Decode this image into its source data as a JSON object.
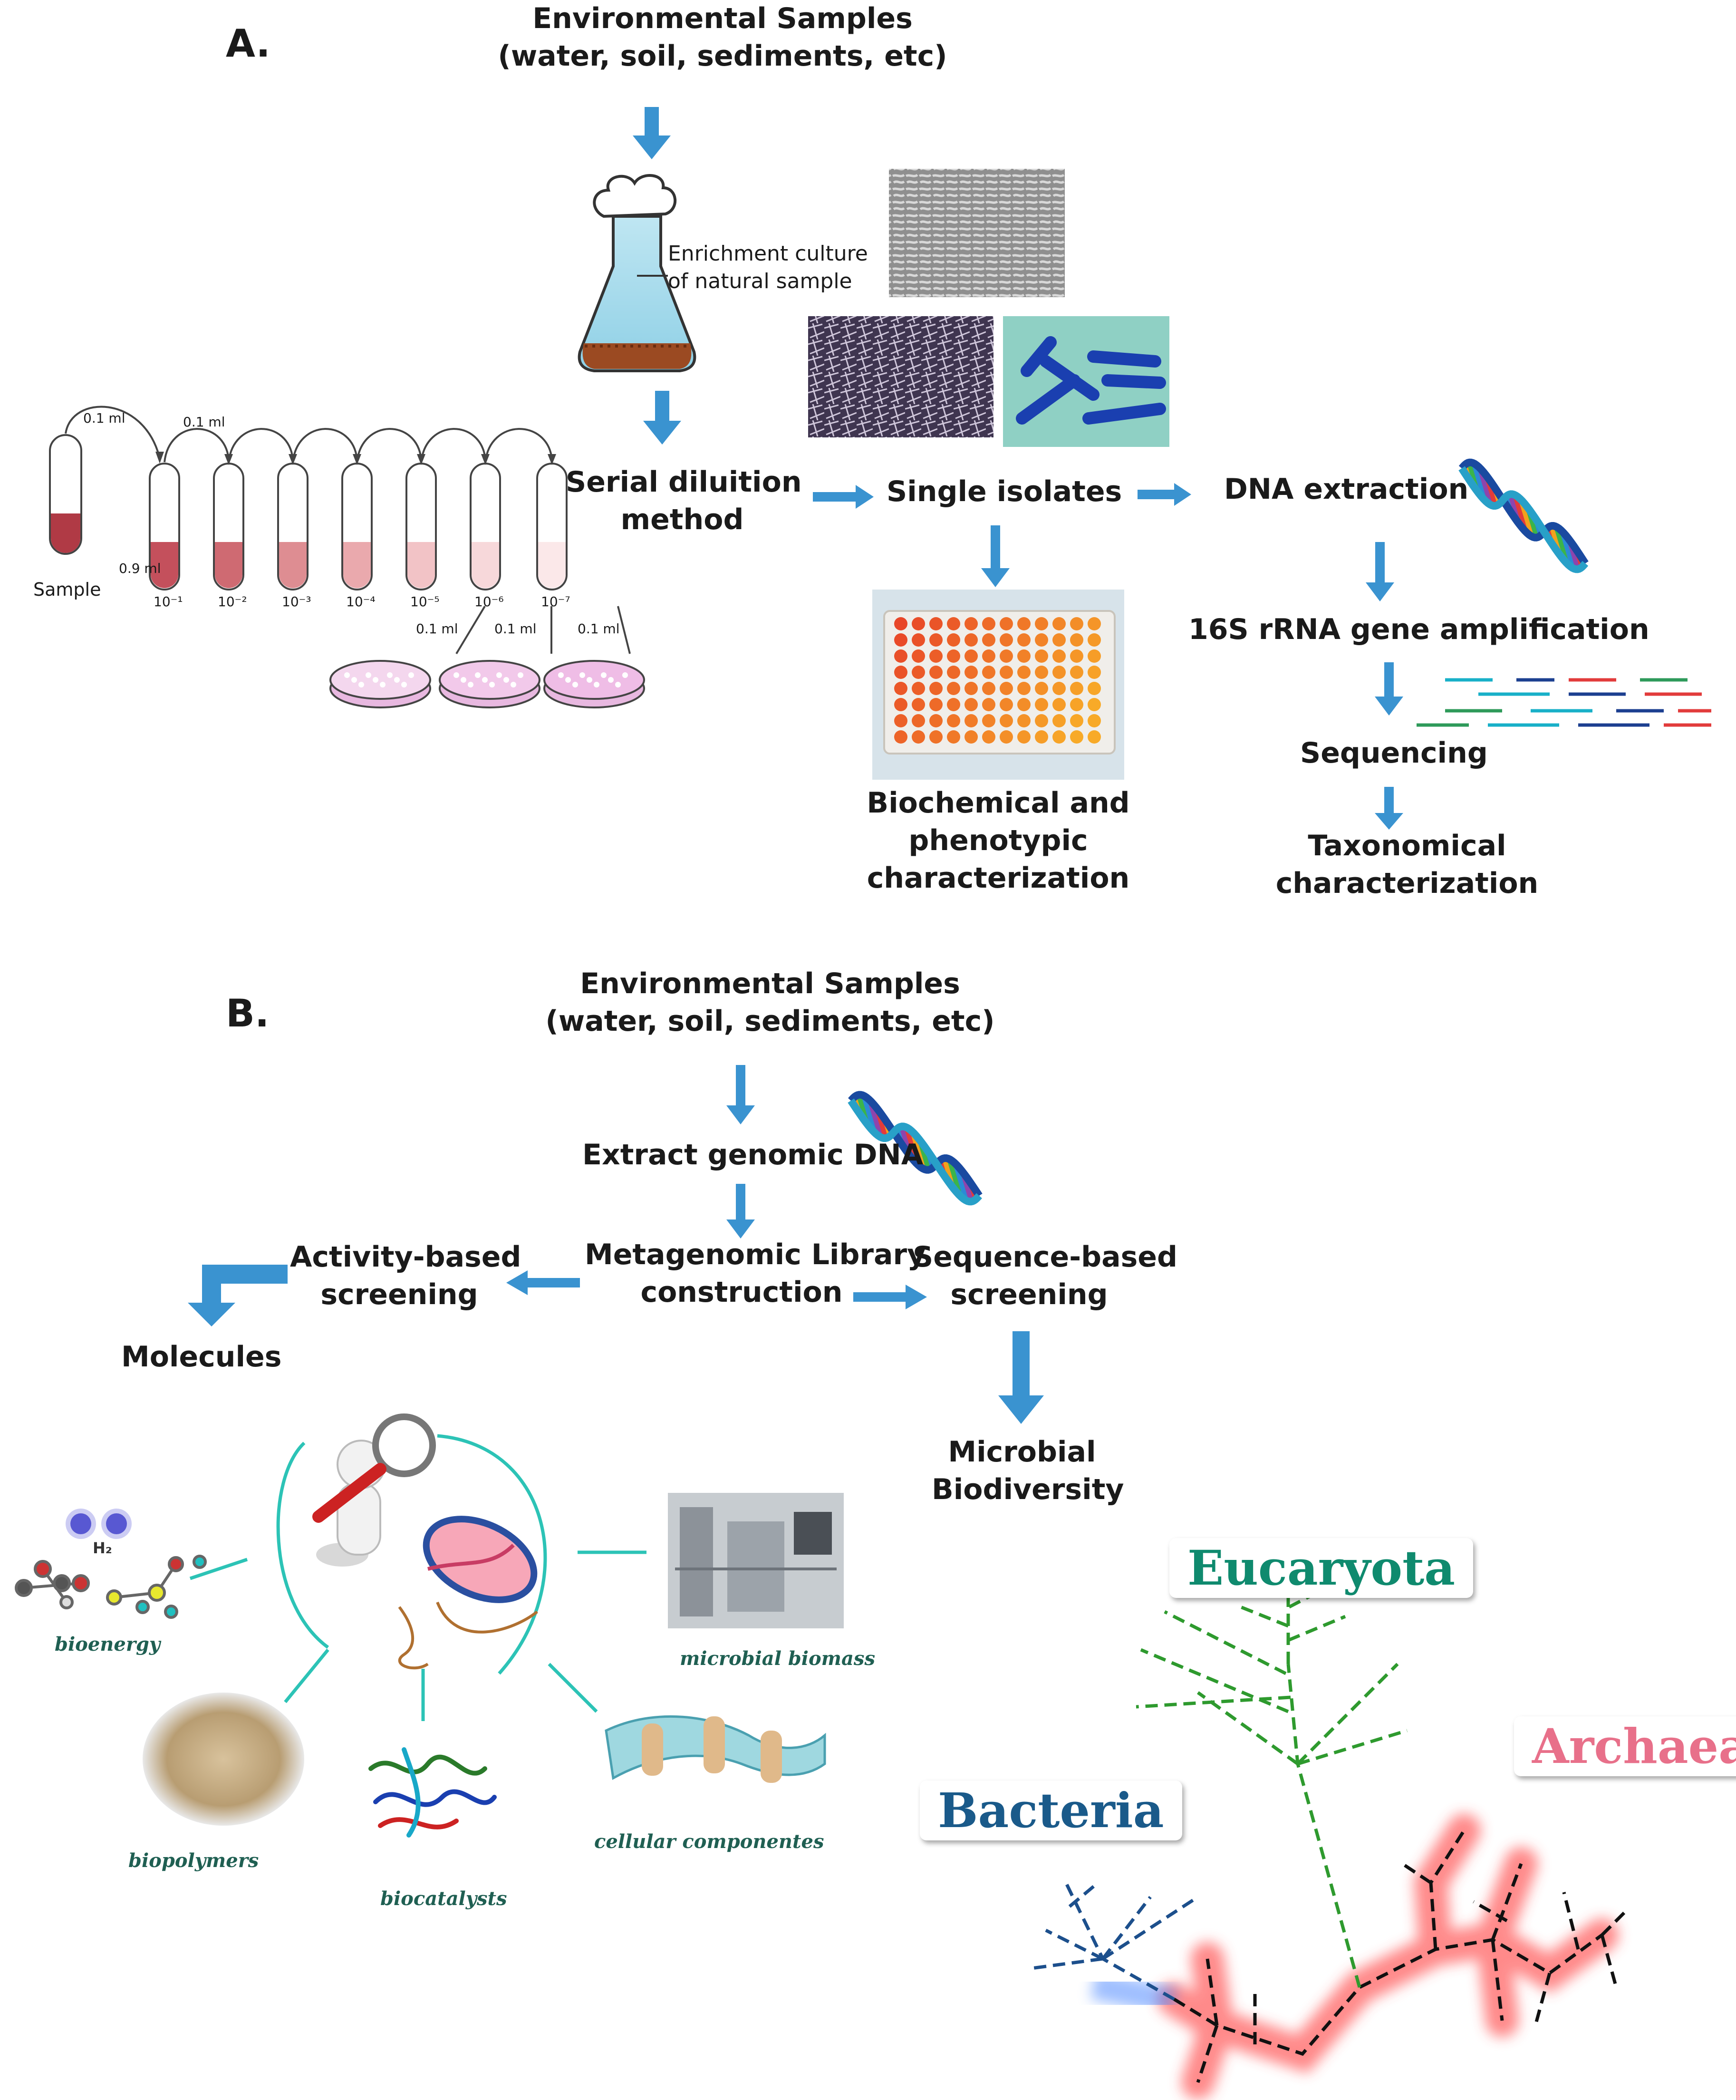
{
  "colors": {
    "arrow": "#3a93d0",
    "tree_bacteria": "#1c4f8c",
    "tree_eucaryota": "#2e9a2e",
    "tree_archaea": "#ee1c1c",
    "domain_eucaryota": "#0f8a6e",
    "domain_archaea": "#e8708a",
    "domain_bacteria": "#1a5a8a",
    "circle": "#2cc3b6"
  },
  "panel_a": {
    "label": "A.",
    "samples_line1": "Environmental Samples",
    "samples_line2": "(water, soil, sediments, etc)",
    "enrichment_line1": "Enrichment  culture",
    "enrichment_line2": "of natural sample",
    "serial_line1": "Serial diluition",
    "serial_line2": "method",
    "sample_label": "Sample",
    "vol_first": "0.1 ml",
    "vol_chain": "0.1 ml",
    "vol_diluent": "0.9 ml",
    "vol_plate": "0.1 ml",
    "dilutions": [
      "10⁻¹",
      "10⁻²",
      "10⁻³",
      "10⁻⁴",
      "10⁻⁵",
      "10⁻⁶",
      "10⁻⁷"
    ],
    "single_isolates": "Single isolates",
    "dna_extraction": "DNA extraction",
    "biochem_line1": "Biochemical and",
    "biochem_line2": "phenotypic",
    "biochem_line3": "characterization",
    "rrna": "16S rRNA gene amplification",
    "sequencing": "Sequencing",
    "taxo_line1": "Taxonomical",
    "taxo_line2": "characterization"
  },
  "panel_b": {
    "label": "B.",
    "samples_line1": "Environmental Samples",
    "samples_line2": "(water, soil, sediments, etc)",
    "extract": "Extract genomic DNA",
    "library_line1": "Metagenomic Library",
    "library_line2": "construction",
    "activity_line1": "Activity-based",
    "activity_line2": "screening",
    "sequence_line1": "Sequence-based",
    "sequence_line2": "screening",
    "molecules": "Molecules",
    "biodiversity_line1": "Microbial",
    "biodiversity_line2": "Biodiversity",
    "h2": "H₂",
    "captions": {
      "bioenergy": "bioenergy",
      "biomass": "microbial biomass",
      "biopolymers": "biopolymers",
      "biocatalysts": "biocatalysts",
      "cellular": "cellular componentes"
    },
    "domains": {
      "eucaryota": "Eucaryota",
      "archaea": "Archaea",
      "bacteria": "Bacteria"
    }
  }
}
